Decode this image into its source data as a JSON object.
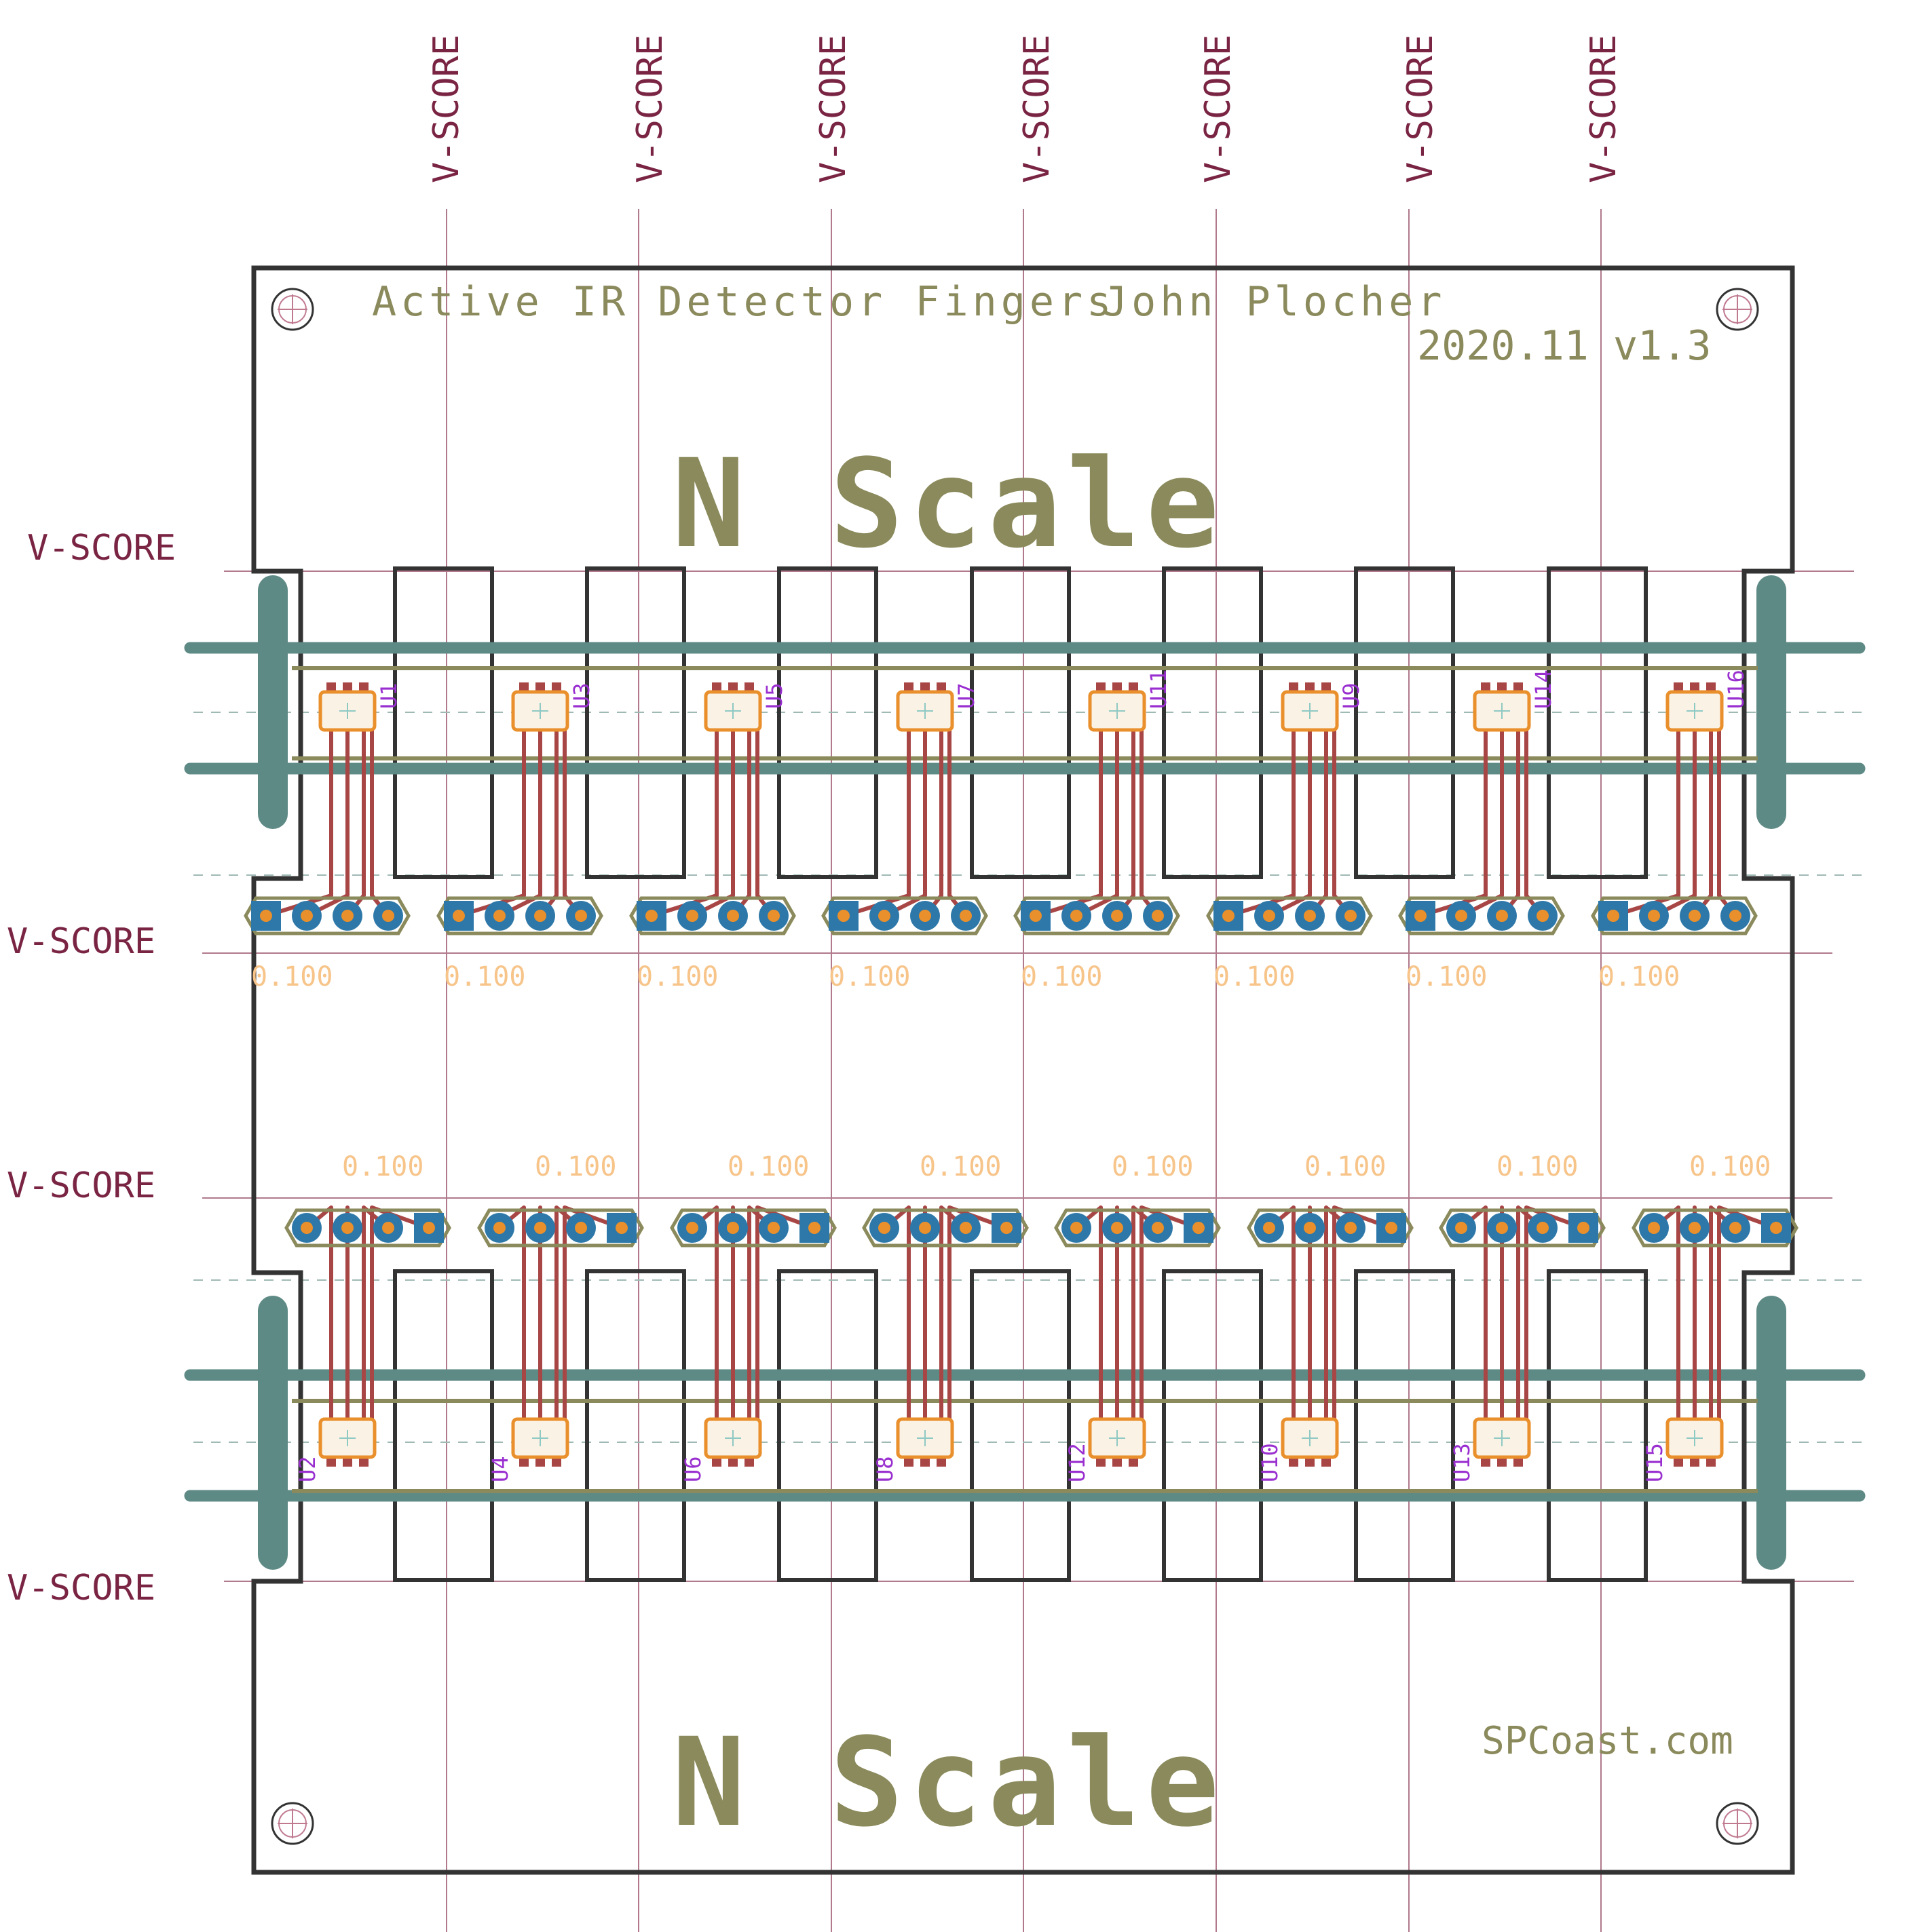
{
  "board": {
    "title": "Active IR Detector Fingers",
    "author": "John Plocher",
    "version": "2020.11  v1.3",
    "scale_top": "N Scale",
    "scale_bottom": "N Scale",
    "website": "SPCoast.com"
  },
  "vscore_label": "V-SCORE",
  "pitch_label": "0.100",
  "top_row_refs": [
    "U1",
    "U3",
    "U5",
    "U7",
    "U11",
    "U9",
    "U14",
    "U16"
  ],
  "bottom_row_refs": [
    "U2",
    "U4",
    "U6",
    "U8",
    "U12",
    "U10",
    "U13",
    "U15"
  ],
  "colors": {
    "outline": "#333333",
    "silkscreen": "#8a8a5c",
    "vscore": "#7a2443",
    "rail": "#5e8a85",
    "trace": "#a84646",
    "pad": "#2d78a8",
    "pad_center": "#e98f2c",
    "pitch_text": "#f7c48a",
    "refdes": "#9a2fd0"
  }
}
